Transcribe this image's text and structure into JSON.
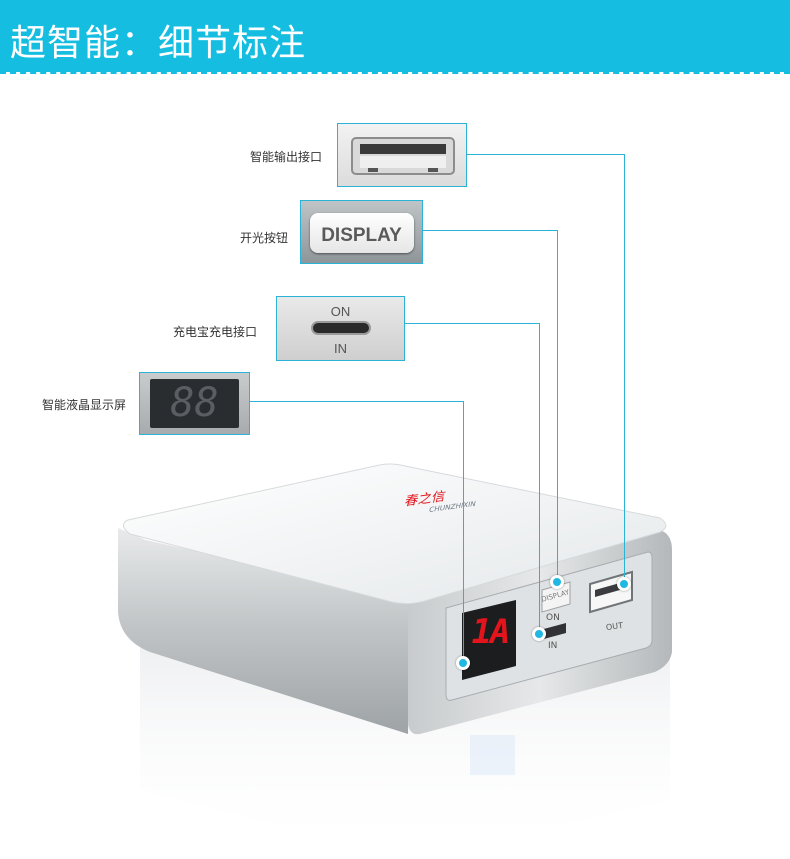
{
  "header": {
    "title": "超智能：细节标注"
  },
  "callouts": [
    {
      "label": "智能输出接口",
      "icon": "usb-port-icon"
    },
    {
      "label": "开光按钮",
      "button_text": "DISPLAY",
      "icon": "display-button-icon"
    },
    {
      "label": "充电宝充电接口",
      "port_on": "ON",
      "port_in": "IN",
      "icon": "micro-usb-port-icon"
    },
    {
      "label": "智能液晶显示屏",
      "display_text": "88",
      "icon": "led-display-icon"
    }
  ],
  "product": {
    "brand_cn": "春之信",
    "brand_en": "CHUNZHIXIN",
    "led_reading": "1A",
    "button_text": "DISPLAY",
    "port_on": "ON",
    "port_in": "IN",
    "port_out": "OUT"
  },
  "colors": {
    "header": "#15bde0",
    "accent": "#2ab3d6",
    "led_red": "#e3141b"
  }
}
